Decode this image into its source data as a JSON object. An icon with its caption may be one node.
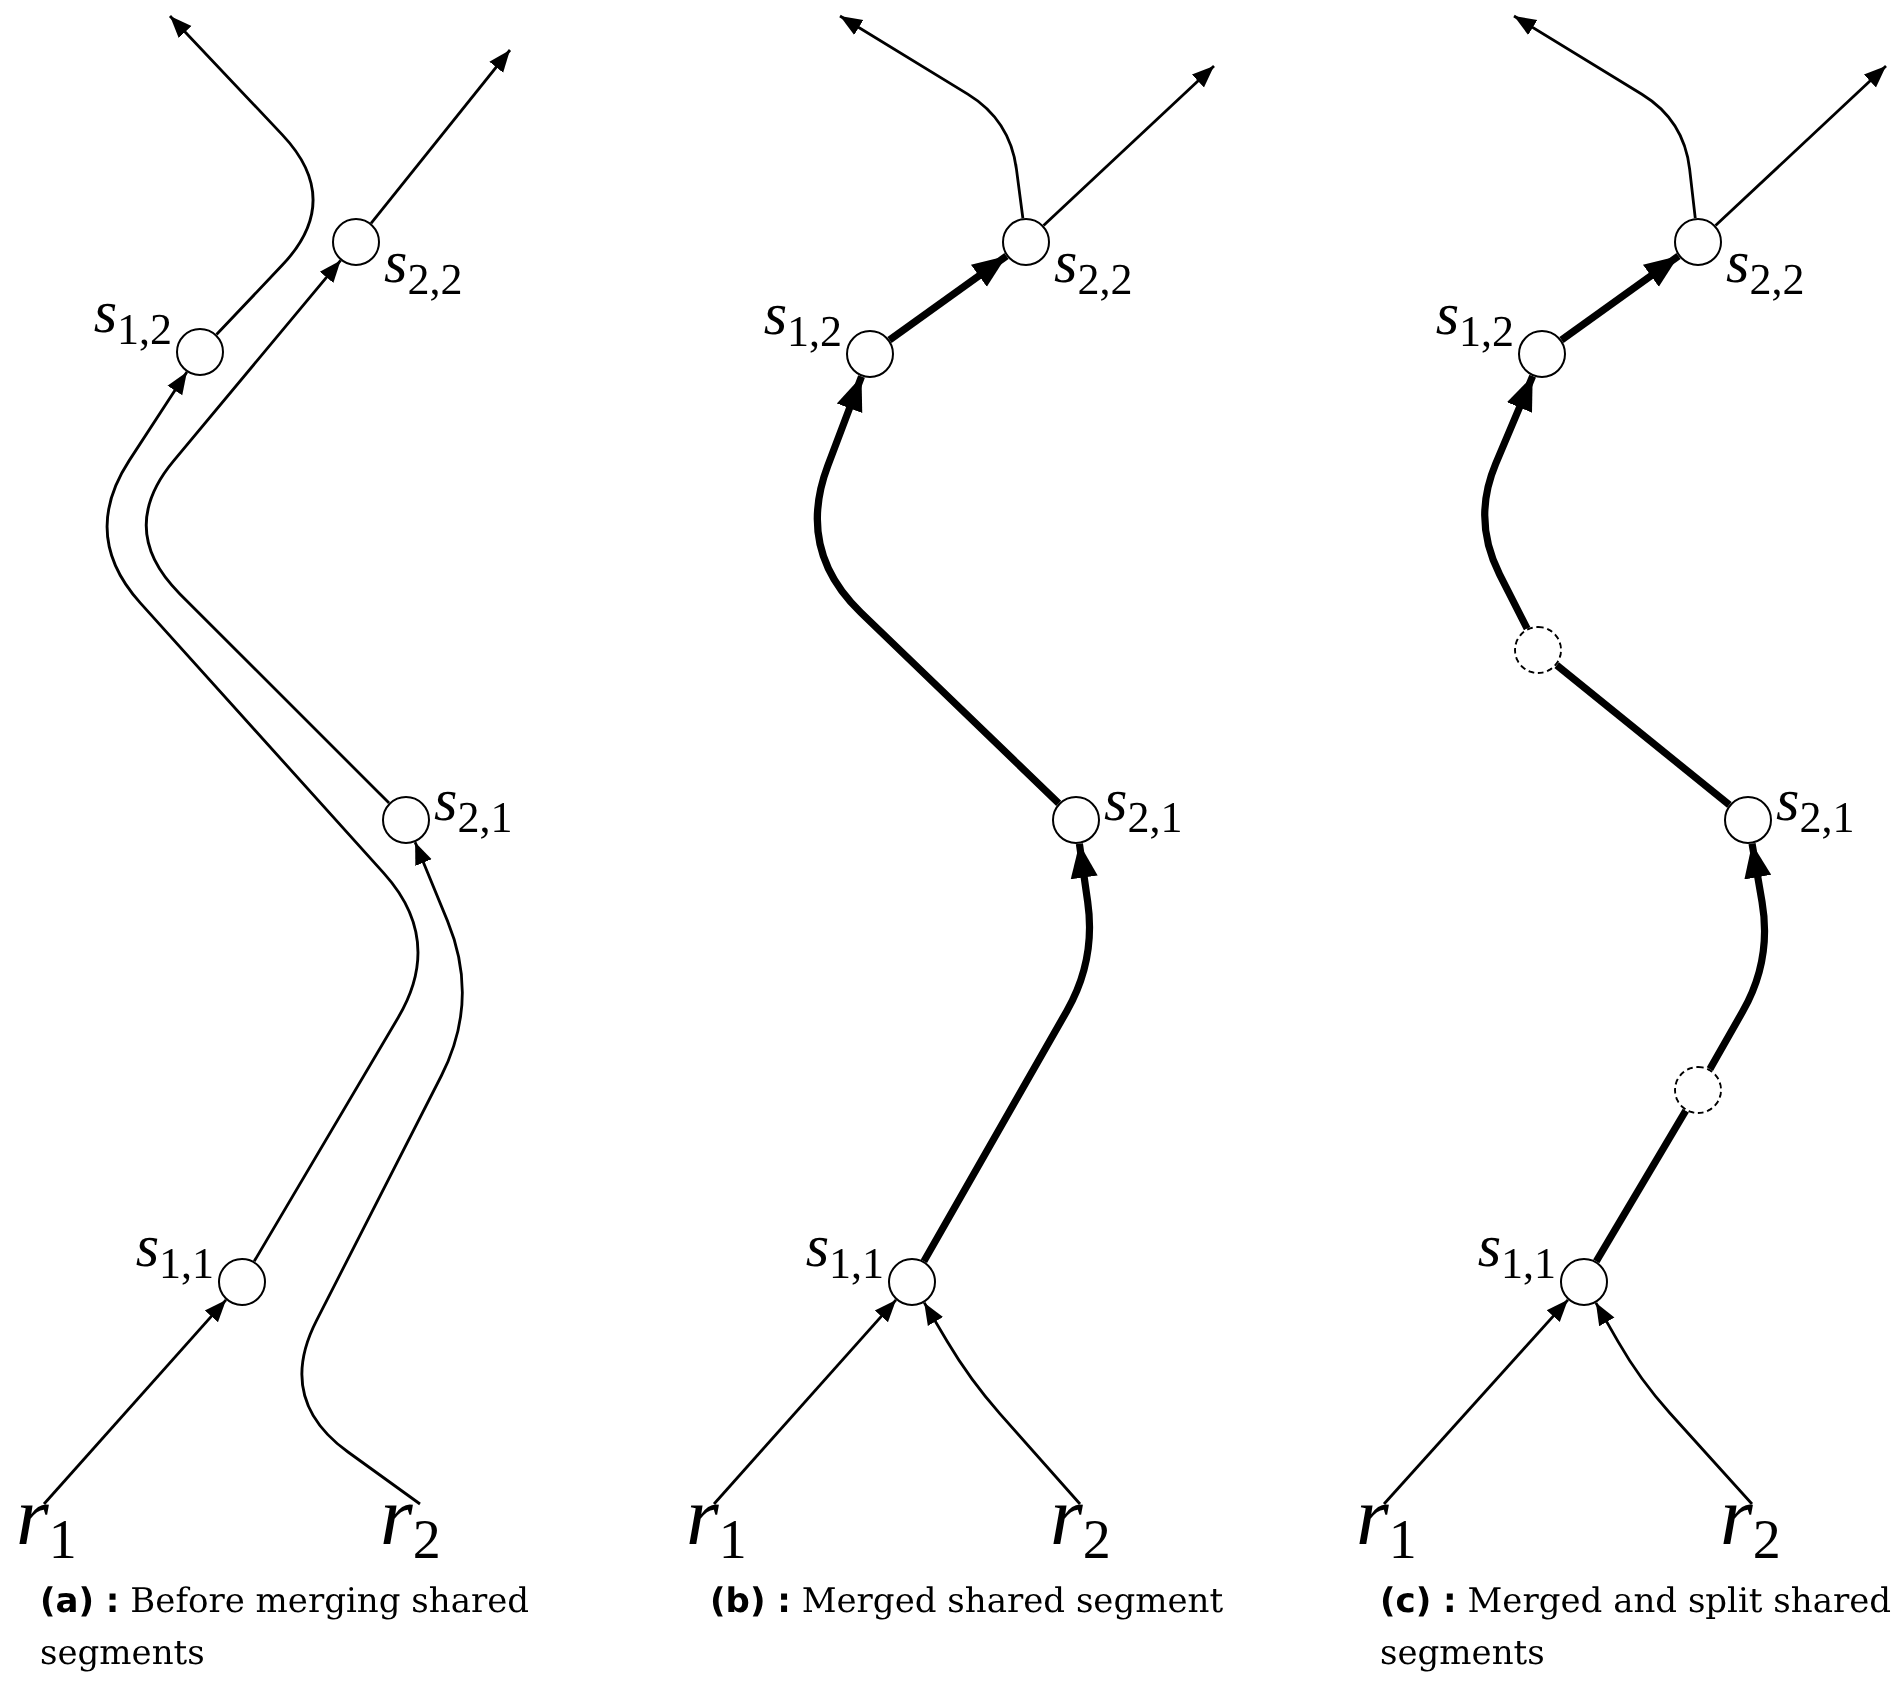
{
  "diagram": {
    "nodes": [
      {
        "text": [
          "*r*$_{1}$"
        ]
      },
      {
        "text": [
          "*r*$_{2}$"
        ]
      },
      {
        "text": [],
        "shape": "circle",
        "beside": [
          "*s*$_{1,1}$"
        ]
      },
      {
        "text": [],
        "shape": "circle",
        "beside": [
          "*s*$_{2,1}$"
        ]
      },
      {
        "text": [],
        "shape": "circle",
        "beside": [
          "*s*$_{1,2}$"
        ]
      },
      {
        "text": [],
        "shape": "circle",
        "beside": [
          "*s*$_{2,2}$"
        ]
      },
      {
        "text": [
          "*r*$_{1}$"
        ]
      },
      {
        "text": [
          "*r*$_{2}$"
        ]
      },
      {
        "text": [],
        "shape": "circle",
        "beside": [
          "*s*$_{1,1}$"
        ]
      },
      {
        "text": [],
        "shape": "circle",
        "beside": [
          "*s*$_{2,1}$"
        ]
      },
      {
        "text": [],
        "shape": "circle",
        "beside": [
          "*s*$_{1,2}$"
        ]
      },
      {
        "text": [],
        "shape": "circle",
        "beside": [
          "*s*$_{2,2}$"
        ]
      },
      {
        "text": [
          "*r*$_{1}$"
        ]
      },
      {
        "text": [
          "*r*$_{2}$"
        ]
      },
      {
        "text": [],
        "shape": "circle",
        "beside": [
          "*s*$_{1,1}$"
        ]
      },
      {
        "text": [],
        "shape": "circle"
      },
      {
        "text": [],
        "shape": "circle",
        "beside": [
          "*s*$_{2,1}$"
        ]
      },
      {
        "text": [],
        "shape": "circle"
      },
      {
        "text": [],
        "shape": "circle",
        "beside": [
          "*s*$_{1,2}$"
        ]
      },
      {
        "text": [],
        "shape": "circle",
        "beside": [
          "*s*$_{2,2}$"
        ]
      }
    ],
    "edges": [
      {
        "from": 0,
        "to": 2,
        "arrow": "to"
      },
      {
        "from": 2,
        "to": 4,
        "arrow": "to"
      },
      {
        "from": 4,
        "to": null,
        "arrow": "to"
      },
      {
        "from": 1,
        "to": 3,
        "arrow": "to"
      },
      {
        "from": 3,
        "to": 5,
        "arrow": "to"
      },
      {
        "from": 5,
        "to": null,
        "arrow": "to"
      },
      {
        "from": 6,
        "to": 8,
        "arrow": "to"
      },
      {
        "from": 7,
        "to": 8,
        "arrow": "to"
      },
      {
        "from": 8,
        "to": 9,
        "arrow": "to",
        "style": "thick"
      },
      {
        "from": 9,
        "to": 10,
        "arrow": "to",
        "style": "thick"
      },
      {
        "from": 10,
        "to": 11,
        "arrow": "to",
        "style": "thick"
      },
      {
        "from": 11,
        "to": null,
        "arrow": "to"
      },
      {
        "from": 11,
        "to": null,
        "arrow": "to"
      },
      {
        "from": 12,
        "to": 14,
        "arrow": "to"
      },
      {
        "from": 13,
        "to": 14,
        "arrow": "to"
      },
      {
        "from": 14,
        "to": 15,
        "arrow": "none",
        "style": "thick"
      },
      {
        "from": 15,
        "to": 16,
        "arrow": "to",
        "style": "thick"
      },
      {
        "from": 16,
        "to": 17,
        "arrow": "none",
        "style": "thick"
      },
      {
        "from": 17,
        "to": 18,
        "arrow": "to",
        "style": "thick"
      },
      {
        "from": 18,
        "to": 19,
        "arrow": "to",
        "style": "thick"
      },
      {
        "from": 19,
        "to": null,
        "arrow": "to"
      },
      {
        "from": 19,
        "to": null,
        "arrow": "to"
      }
    ],
    "labels": [
      "**(a) :** Before merging shared segments",
      "**(b) :** Merged shared segment",
      "**(c) :** Merged and split shared segments"
    ]
  }
}
